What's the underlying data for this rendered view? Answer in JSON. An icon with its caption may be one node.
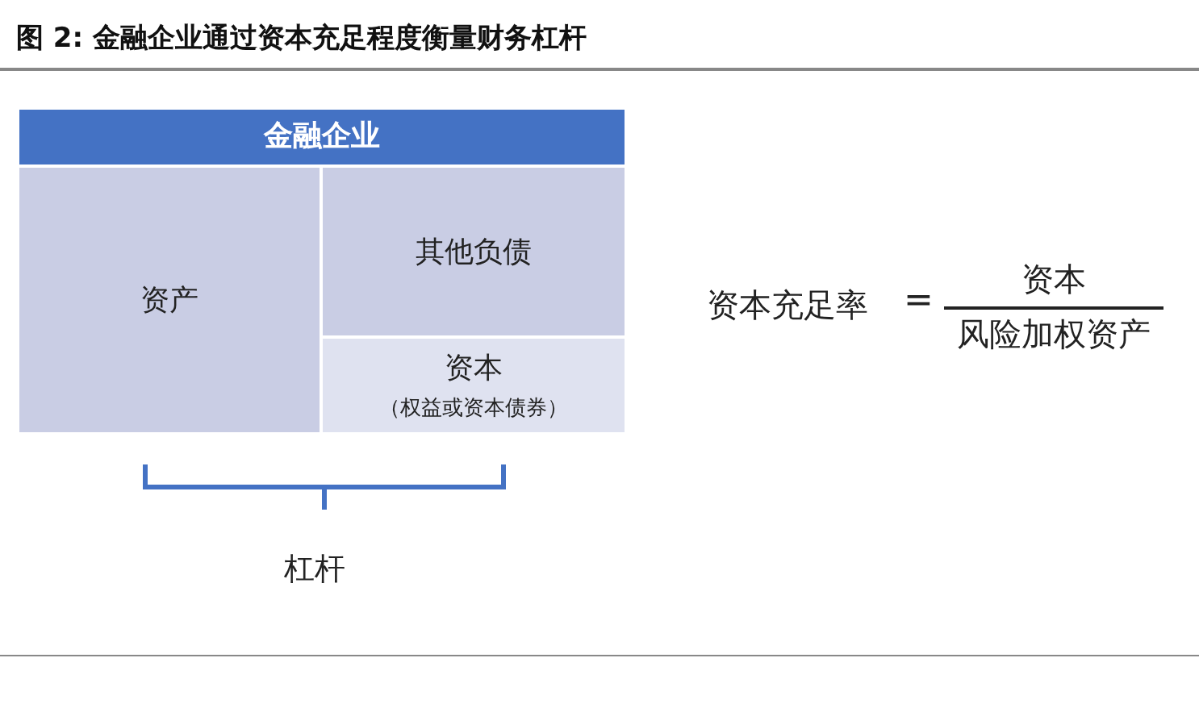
{
  "diagram": {
    "title": "图 2: 金融企业通过资本充足程度衡量财务杠杆",
    "nodes": [
      {
        "text": [
          "金融企业"
        ]
      },
      {
        "text": [
          "资产"
        ],
        "in": 0
      },
      {
        "text": [
          "其他负债"
        ],
        "in": 0
      },
      {
        "text": [
          "资本",
          "（权益或资本债券）"
        ],
        "in": 0
      }
    ],
    "edges": [],
    "labels": [
      "杠杆",
      "资本充足率",
      "=",
      "资本",
      "风险加权资产"
    ]
  }
}
